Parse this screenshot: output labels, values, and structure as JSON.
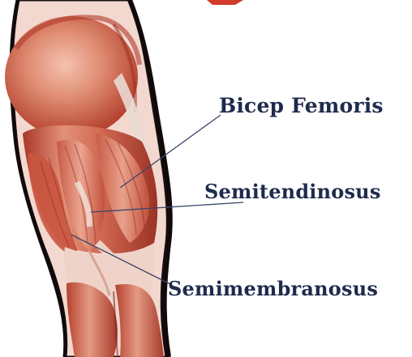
{
  "labels": [
    {
      "text": "Bicep Femoris"
    },
    {
      "text": "Semitendinosus"
    },
    {
      "text": "Semimembranosus"
    }
  ],
  "colors": {
    "muscle_light": "#e79a82",
    "muscle_mid": "#c8523c",
    "muscle_dark": "#8e2b1f",
    "tendon": "#f1ddd6",
    "outline": "#1a1010",
    "label_text": "#1f2b4d",
    "leader_line": "#3a4668"
  },
  "subject": "hamstring muscles of the posterior thigh"
}
